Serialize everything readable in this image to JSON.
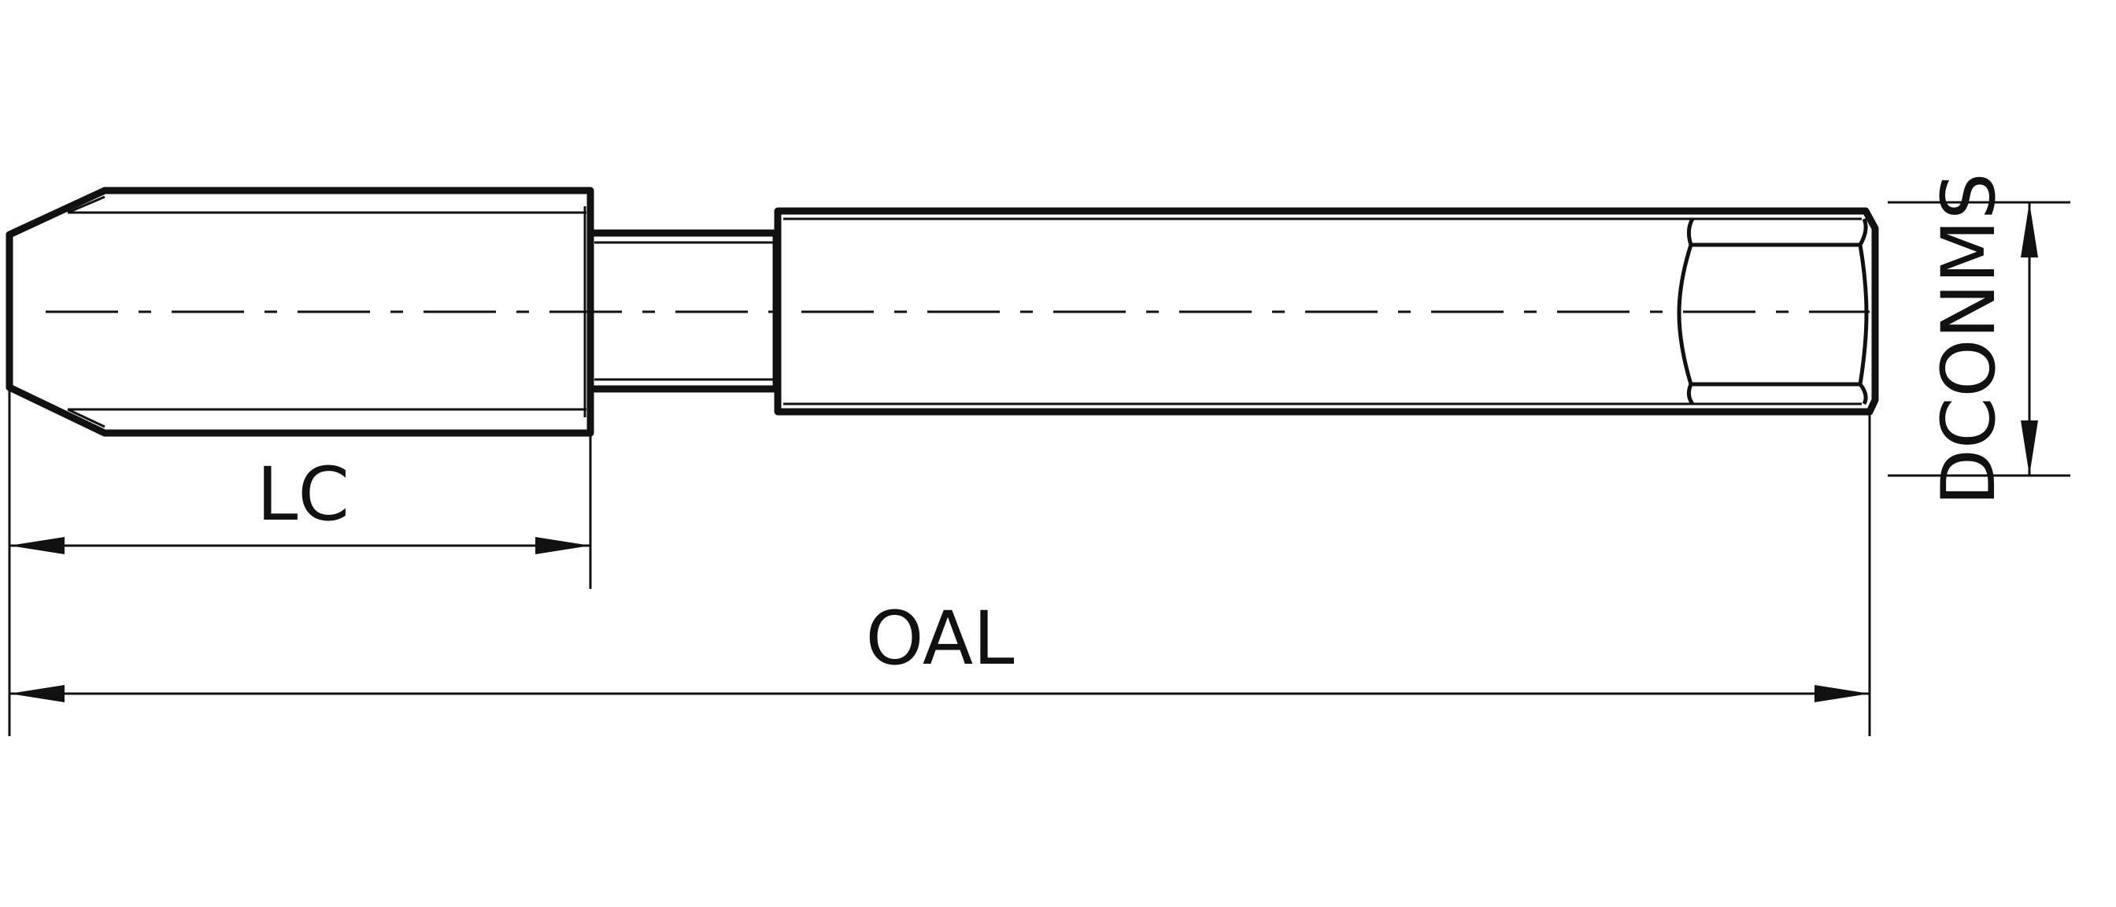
{
  "labels": {
    "lc": "LC",
    "oal": "OAL",
    "dconms": "DCONMS"
  },
  "colors": {
    "line": "#111111",
    "background": "#ffffff"
  }
}
